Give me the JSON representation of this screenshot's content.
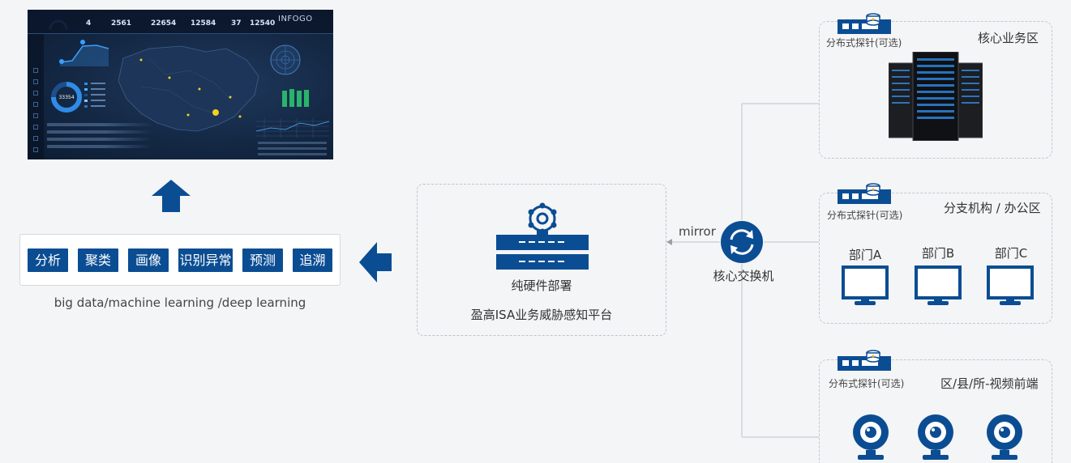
{
  "dashboard": {
    "brand": "INFOGO",
    "stats": [
      "4",
      "2561",
      "22654",
      "12584",
      "37",
      "12540"
    ],
    "donut_value": "33354"
  },
  "analysis": {
    "tags": [
      "分析",
      "聚类",
      "画像",
      "识别异常",
      "预测",
      "追溯"
    ],
    "caption": "big data/machine learning /deep learning"
  },
  "platform": {
    "hardware_label": "纯硬件部署",
    "platform_label": "盈高ISA业务威胁感知平台"
  },
  "switch": {
    "mirror_label": "mirror",
    "label": "核心交换机"
  },
  "zones": [
    {
      "title": "核心业务区",
      "probe_label": "分布式探针(可选)"
    },
    {
      "title": "分支机构 / 办公区",
      "probe_label": "分布式探针(可选)",
      "departments": [
        "部门A",
        "部门B",
        "部门C"
      ]
    },
    {
      "title": "区/县/所-视频前端",
      "probe_label": "分布式探针(可选)"
    }
  ],
  "colors": {
    "brand_blue": "#0b4d93",
    "line_gray": "#c9ccd1",
    "dash_bg": "#142844"
  }
}
